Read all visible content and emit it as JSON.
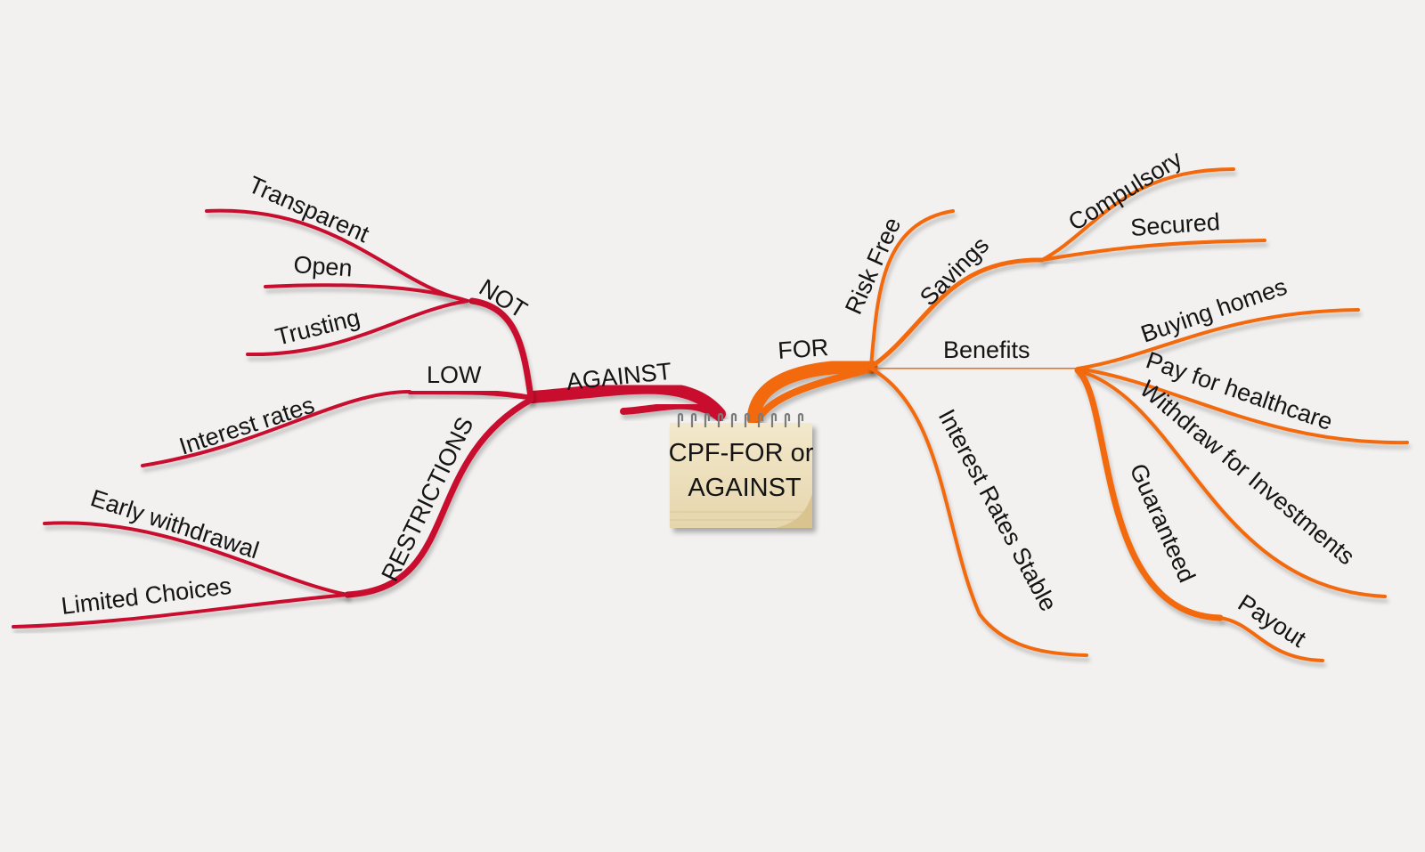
{
  "colors": {
    "background": "#f2f1f0",
    "against_branch": "#c8102e",
    "for_branch": "#f26a10",
    "note_paper": "#efe3c2",
    "text": "#141414"
  },
  "center": {
    "line1": "CPF-FOR or",
    "line2": "AGAINST",
    "icon": "notepad-icon"
  },
  "against": {
    "label": "AGAINST",
    "not": {
      "label": "NOT",
      "items": [
        "Transparent",
        "Open",
        "Trusting"
      ]
    },
    "low": {
      "label": "LOW",
      "items": [
        "Interest rates"
      ]
    },
    "restrictions": {
      "label": "RESTRICTIONS",
      "items": [
        "Early withdrawal",
        "Limited Choices"
      ]
    }
  },
  "for": {
    "label": "FOR",
    "risk_free": {
      "label": "Risk Free"
    },
    "savings": {
      "label": "Savings",
      "items": [
        "Compulsory",
        "Secured"
      ]
    },
    "benefits": {
      "label": "Benefits",
      "items": [
        "Buying homes",
        "Pay for healthcare",
        "Withdraw for Investments"
      ],
      "guaranteed": {
        "label": "Guaranteed",
        "items": [
          "Payout"
        ]
      }
    },
    "interest_rates_stable": {
      "label": "Interest Rates Stable"
    }
  }
}
